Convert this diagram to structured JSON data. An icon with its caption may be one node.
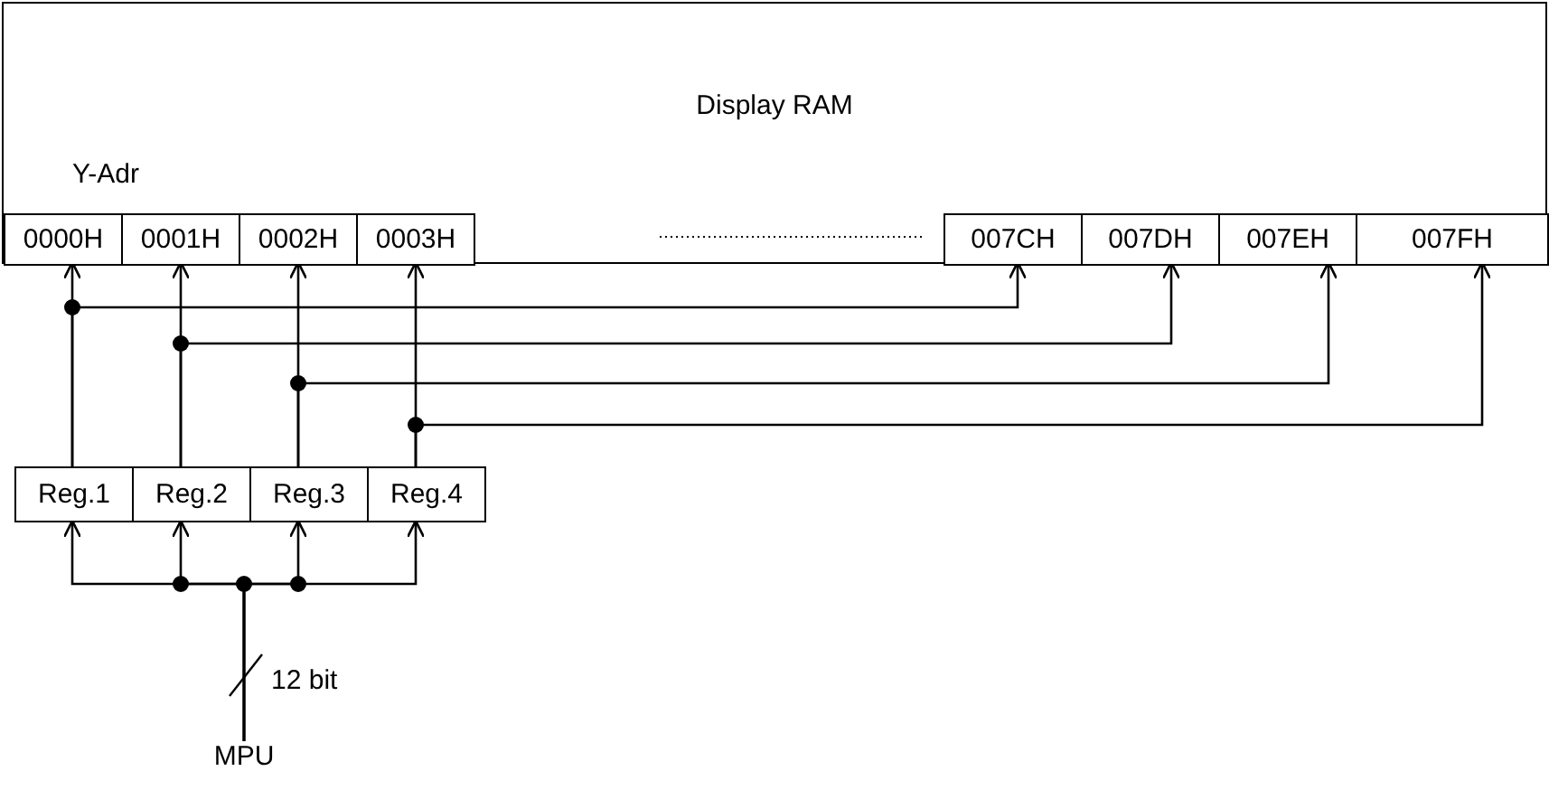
{
  "diagram": {
    "nodes": [
      {
        "text": [
          "Display RAM"
        ]
      },
      {
        "text": [
          "0000H"
        ],
        "in": 0
      },
      {
        "text": [
          "0001H"
        ],
        "in": 0
      },
      {
        "text": [
          "0002H"
        ],
        "in": 0
      },
      {
        "text": [
          "0003H"
        ],
        "in": 0
      },
      {
        "text": [
          "007CH"
        ],
        "in": 0
      },
      {
        "text": [
          "007DH"
        ],
        "in": 0
      },
      {
        "text": [
          "007EH"
        ],
        "in": 0
      },
      {
        "text": [
          "007FH"
        ],
        "in": 0
      },
      {
        "text": [
          "Reg.1"
        ]
      },
      {
        "text": [
          "Reg.2"
        ]
      },
      {
        "text": [
          "Reg.3"
        ]
      },
      {
        "text": [
          "Reg.4"
        ]
      },
      {
        "text": [
          "MPU"
        ]
      }
    ],
    "edges": [
      {
        "from": 9,
        "to": 1,
        "arrow": "to"
      },
      {
        "from": 9,
        "to": 5,
        "arrow": "to"
      },
      {
        "from": 10,
        "to": 2,
        "arrow": "to"
      },
      {
        "from": 10,
        "to": 6,
        "arrow": "to"
      },
      {
        "from": 11,
        "to": 3,
        "arrow": "to"
      },
      {
        "from": 11,
        "to": 7,
        "arrow": "to"
      },
      {
        "from": 12,
        "to": 4,
        "arrow": "to"
      },
      {
        "from": 12,
        "to": 8,
        "arrow": "to"
      },
      {
        "from": 13,
        "to": 9,
        "arrow": "to"
      },
      {
        "from": 13,
        "to": 10,
        "arrow": "to"
      },
      {
        "from": 13,
        "to": 11,
        "arrow": "to"
      },
      {
        "from": 13,
        "to": 12,
        "arrow": "to"
      }
    ],
    "labels": [
      "Y-Adr",
      "12 bit"
    ]
  }
}
